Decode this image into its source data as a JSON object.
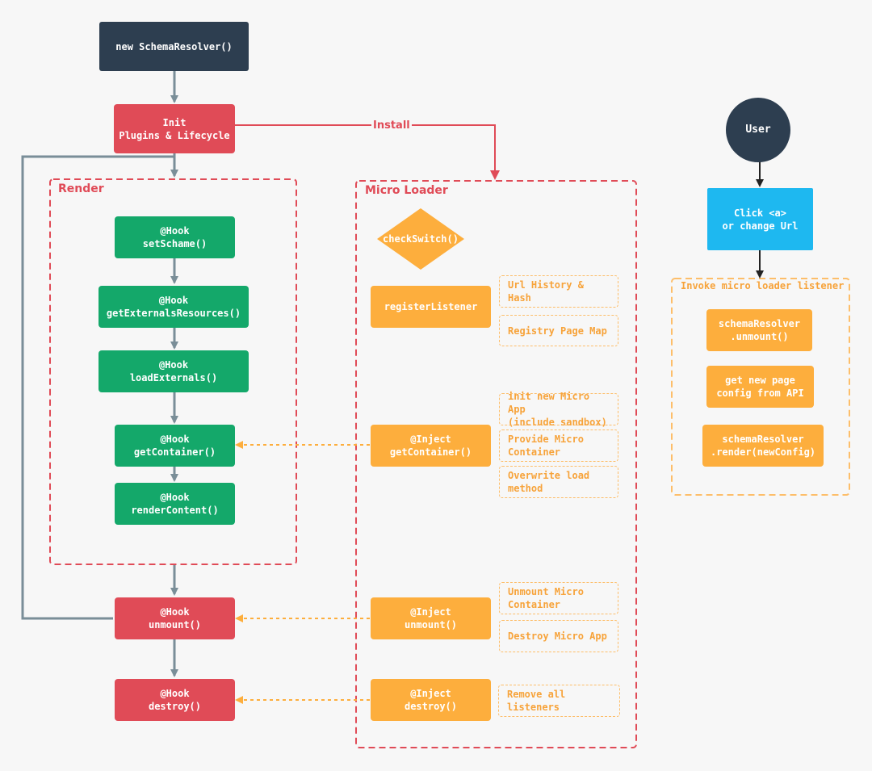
{
  "colors": {
    "dark": "#2d3e50",
    "red": "#e04b57",
    "green": "#14a86a",
    "orange": "#fdae3d",
    "blue": "#1eb8f0",
    "grey_arrow": "#7a8e98",
    "orange_dashed": "#fdae3d"
  },
  "nodes": {
    "start": "new SchemaResolver()",
    "init": "Init\nPlugins & Lifecycle",
    "unmount_hook": "@Hook\nunmount()",
    "destroy_hook": "@Hook\ndestroy()"
  },
  "edges": {
    "install_label": "Install"
  },
  "render": {
    "title": "Render",
    "hooks": [
      "@Hook\nsetSchame()",
      "@Hook\ngetExternalsResources()",
      "@Hook\nloadExternals()",
      "@Hook\ngetContainer()",
      "@Hook\nrenderContent()"
    ]
  },
  "micro_loader": {
    "title": "Micro Loader",
    "check_switch": "checkSwitch()",
    "register_listener": "registerListener",
    "register_notes": [
      "Url History &\nHash",
      "Registry Page Map"
    ],
    "inject_get_container": "@Inject\ngetContainer()",
    "get_container_notes": [
      "init new Micro App\n(include sandbox)",
      "Provide Micro\nContainer",
      "Overwrite load\nmethod"
    ],
    "inject_unmount": "@Inject\nunmount()",
    "unmount_notes": [
      "Unmount Micro\nContainer",
      "Destroy Micro App"
    ],
    "inject_destroy": "@Inject\ndestroy()",
    "destroy_notes": [
      "Remove all listeners"
    ]
  },
  "user_flow": {
    "user": "User",
    "click": "Click <a>\nor change Url",
    "listener_title": "Invoke micro loader listener",
    "steps": [
      "schemaResolver\n.unmount()",
      "get new page\nconfig from API",
      "schemaResolver\n.render(newConfig)"
    ]
  }
}
